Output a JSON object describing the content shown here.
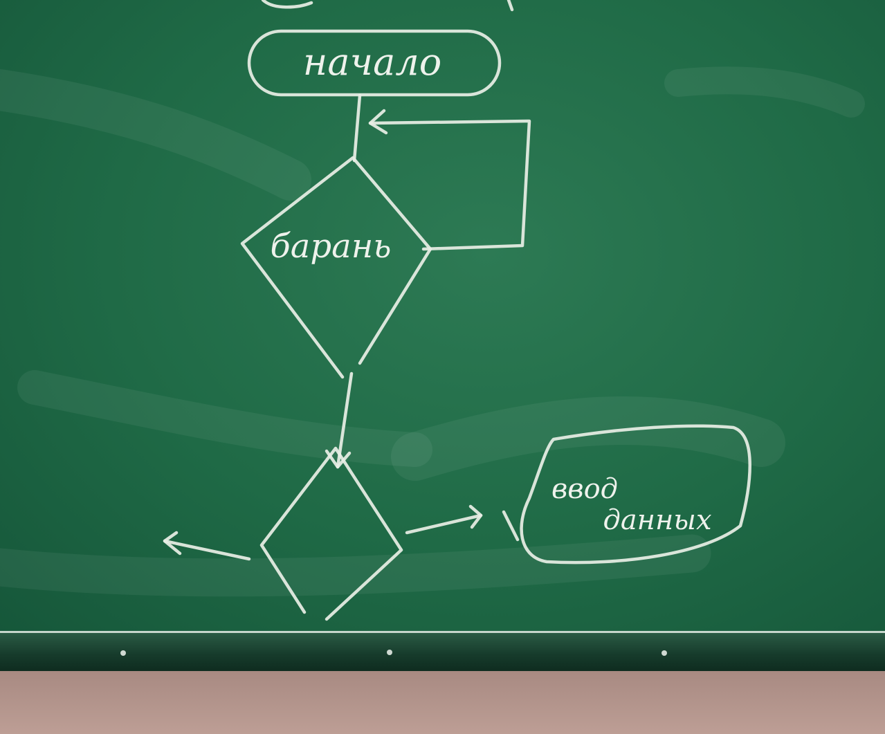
{
  "diagram": {
    "start_label": "начало",
    "decision_1_label": "барань",
    "io_label_line1": "ввод",
    "io_label_line2": "данных"
  },
  "colors": {
    "board": "#1f6a46",
    "chalk": "#e9efe6",
    "tray": "#163b2b",
    "wall": "#b99a91"
  }
}
